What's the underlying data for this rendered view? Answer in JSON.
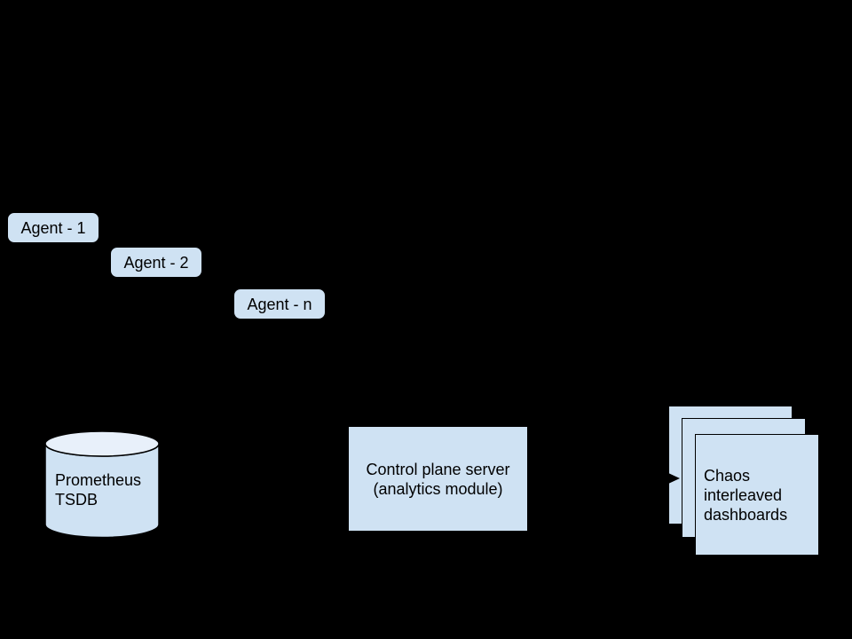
{
  "diagram": {
    "background": "#000000",
    "node_fill": "#cfe2f3",
    "cylinder_top_fill": "#e8f0fa",
    "outline_color": "#000000",
    "text_color": "#000000"
  },
  "agents": [
    {
      "label": "Agent - 1"
    },
    {
      "label": "Agent - 2"
    },
    {
      "label": "Agent - n"
    }
  ],
  "tsdb": {
    "line1": "Prometheus",
    "line2": "TSDB"
  },
  "control_plane": {
    "line1": "Control plane server",
    "line2": "(analytics module)"
  },
  "dashboards": {
    "line1": "Chaos",
    "line2": "interleaved",
    "line3": "dashboards"
  },
  "edges": [
    {
      "from": "control-plane-server",
      "to": "chaos-dashboards",
      "style": "black-arrow"
    }
  ]
}
